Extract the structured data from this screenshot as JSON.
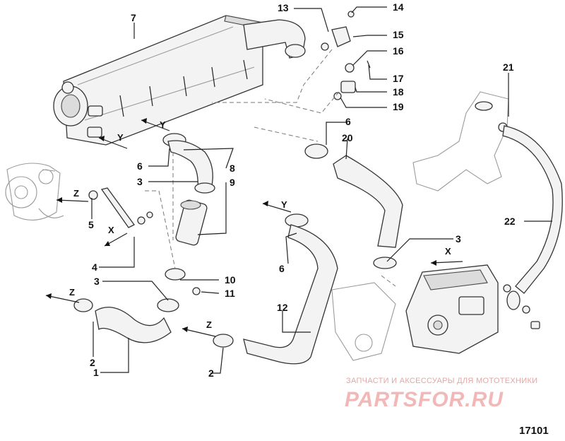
{
  "diagram": {
    "callouts": [
      "1",
      "2",
      "2",
      "3",
      "3",
      "3",
      "3",
      "4",
      "5",
      "6",
      "6",
      "6",
      "7",
      "8",
      "9",
      "10",
      "11",
      "12",
      "13",
      "14",
      "15",
      "16",
      "17",
      "18",
      "19",
      "20",
      "21",
      "22"
    ],
    "axis_letters": [
      "Y",
      "Y",
      "Y",
      "Z",
      "Z",
      "Z",
      "X",
      "X"
    ],
    "figure_number": "17101"
  },
  "watermark": {
    "tagline": "ЗАПЧАСТИ И АКСЕССУАРЫ ДЛЯ МОТОТЕХНИКИ",
    "logo": "PARTSFOR.RU"
  }
}
